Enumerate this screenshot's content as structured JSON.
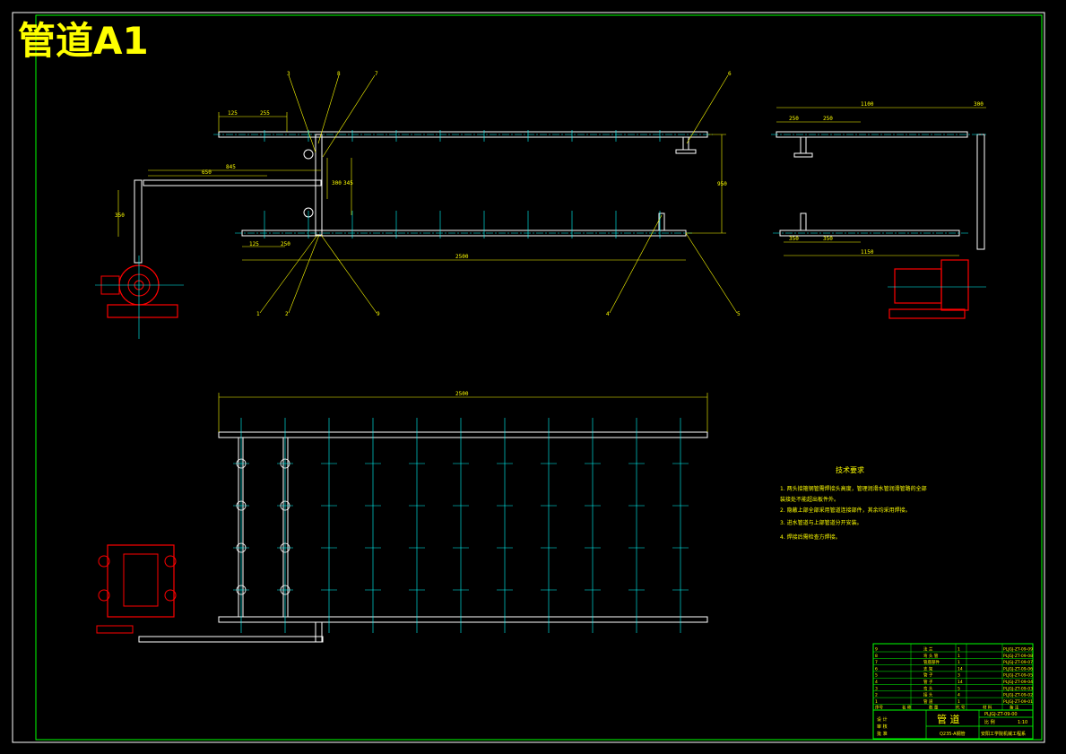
{
  "drawing": {
    "title": "管道A1",
    "colors": {
      "background": "#000000",
      "frame": "#00ff00",
      "pipe": "#ffffff",
      "center": "#00ffff",
      "pump": "#ff0000",
      "dim": "#ffff00"
    }
  },
  "views": {
    "front": {
      "dims_top": [
        "125",
        "255"
      ],
      "dims_mid": [
        "845",
        "650"
      ],
      "dims_vertical": [
        "350",
        "300",
        "345",
        "950"
      ],
      "dims_bottom": [
        "125",
        "250",
        "2500"
      ],
      "balloons_top": [
        "3",
        "8",
        "7",
        "6"
      ],
      "balloons_bottom": [
        "1",
        "2",
        "9",
        "4",
        "5"
      ]
    },
    "side": {
      "dims_top": [
        "1100",
        "250",
        "250"
      ],
      "dims_small": [
        "300"
      ],
      "dims_bottom": [
        "350",
        "350",
        "1150"
      ]
    },
    "plan": {
      "dims_top": [
        "2500"
      ]
    }
  },
  "tech_requirements": {
    "heading": "技术要求",
    "items": [
      "1. 两头接箍钢管需焊接头高度，管理润滑水管润滑管路的全部",
      "   装接处不能超出板件外。",
      "2. 隐蔽上部全部采用管道连接部件，其余均采用焊接。",
      "3. 进水管道与上部管道分开安装。",
      "4. 焊接后需检查方焊接。"
    ]
  },
  "title_block": {
    "rows": [
      {
        "no": "9",
        "name": "法 兰",
        "qty": "1",
        "code": "PLJGJ-ZT-09-09"
      },
      {
        "no": "8",
        "name": "弯 头 管",
        "qty": "1",
        "code": "PLJGJ-ZT-09-08"
      },
      {
        "no": "7",
        "name": "管座部件",
        "qty": "1",
        "code": "PLJGJ-ZT-09-07"
      },
      {
        "no": "6",
        "name": "支 架",
        "qty": "14",
        "code": "PLJGJ-ZT-09-06"
      },
      {
        "no": "5",
        "name": "管 子",
        "qty": "3",
        "code": "PLJGJ-ZT-09-05"
      },
      {
        "no": "4",
        "name": "管 子",
        "qty": "14",
        "code": "PLJGJ-ZT-09-04"
      },
      {
        "no": "3",
        "name": "弯 头",
        "qty": "5",
        "code": "PLJGJ-ZT-09-03"
      },
      {
        "no": "2",
        "name": "接 头",
        "qty": "4",
        "code": "PLJGJ-ZT-09-02"
      },
      {
        "no": "1",
        "name": "管 道",
        "qty": "1",
        "code": "PLJGJ-ZT-09-01"
      }
    ],
    "header": [
      "序号",
      "名 称",
      "数 量",
      "代 号",
      "材 料",
      "备 注"
    ],
    "drawing_number": "PLJGJ-ZT-09-00",
    "name": "管  道",
    "scale_label": "比 例",
    "sheet_label": "1:10",
    "material": "Q235-A钢管",
    "company": "安阳工学院机械工程系",
    "sign_labels": [
      "设 计",
      "审 核",
      "批 准"
    ]
  }
}
